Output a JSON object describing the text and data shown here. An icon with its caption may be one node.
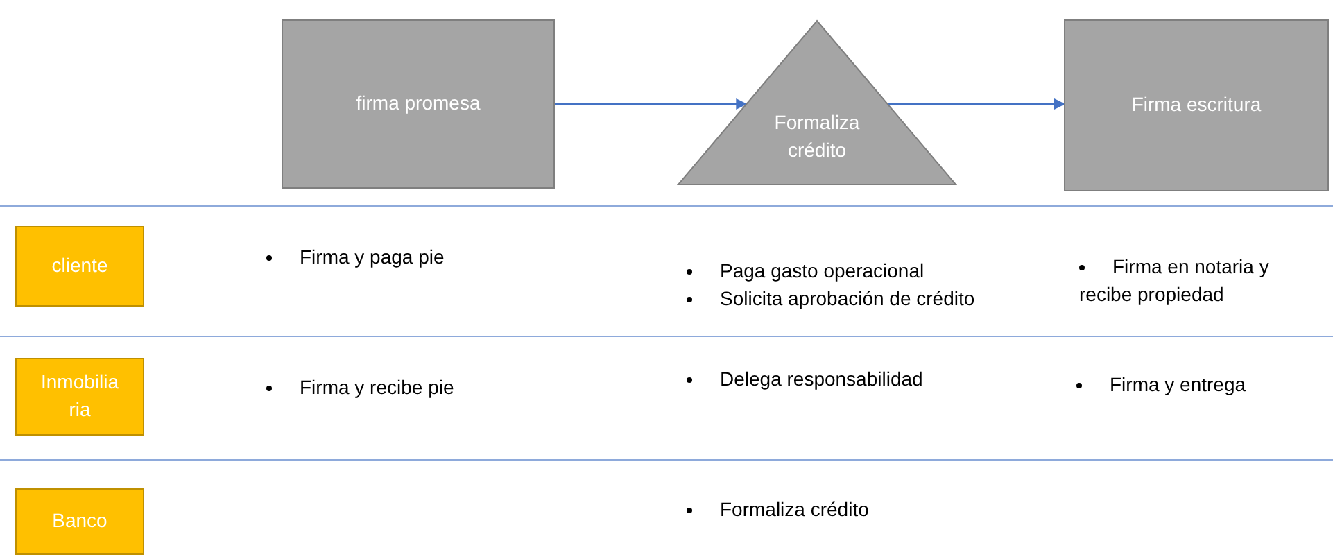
{
  "diagram": {
    "nodes": [
      {
        "text": [
          "firma promesa"
        ]
      },
      {
        "text": [
          "Formaliza crédito"
        ]
      },
      {
        "text": [
          "Firma escritura"
        ]
      },
      {
        "text": [
          "cliente"
        ]
      },
      {
        "text": [
          "Inmobiliaria"
        ]
      },
      {
        "text": [
          "Banco"
        ]
      }
    ],
    "edges": [
      {
        "from": 0,
        "to": 1,
        "arrow": "to"
      },
      {
        "from": 1,
        "to": 2,
        "arrow": "to"
      }
    ],
    "labels": [
      "Firma y paga pie",
      "Paga gasto operacional",
      "Solicita aprobación de crédito",
      "Firma en notaria y recibe propiedad",
      "Firma y recibe pie",
      "Delega responsabilidad",
      "Firma y entrega",
      "Formaliza crédito"
    ]
  }
}
